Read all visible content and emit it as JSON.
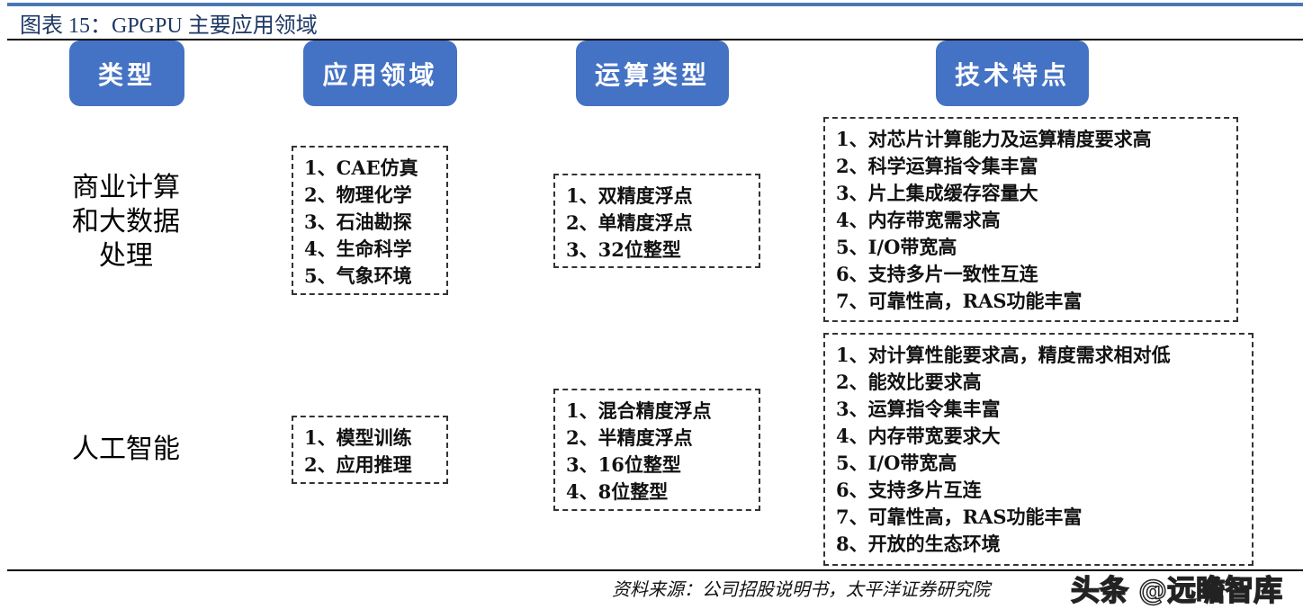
{
  "title": "图表 15：GPGPU 主要应用领域",
  "headers": [
    "类型",
    "应用领域",
    "运算类型",
    "技术特点"
  ],
  "rows": [
    {
      "type": "商业计算和大数据处理",
      "type_lines": [
        "商业计算",
        "和大数据",
        "处理"
      ],
      "applications": [
        "1、CAE仿真",
        "2、物理化学",
        "3、石油勘探",
        "4、生命科学",
        "5、气象环境"
      ],
      "operations": [
        "1、双精度浮点",
        "2、单精度浮点",
        "3、32位整型"
      ],
      "features": [
        "1、对芯片计算能力及运算精度要求高",
        "2、科学运算指令集丰富",
        "3、片上集成缓存容量大",
        "4、内存带宽需求高",
        "5、I/O带宽高",
        "6、支持多片一致性互连",
        "7、可靠性高，RAS功能丰富"
      ]
    },
    {
      "type": "人工智能",
      "type_lines": [
        "人工智能"
      ],
      "applications": [
        "1、模型训练",
        "2、应用推理"
      ],
      "operations": [
        "1、混合精度浮点",
        "2、半精度浮点",
        "3、16位整型",
        "4、8位整型"
      ],
      "features": [
        "1、对计算性能要求高，精度需求相对低",
        "2、能效比要求高",
        "3、运算指令集丰富",
        "4、内存带宽要求大",
        "5、I/O带宽高",
        "6、支持多片互连",
        "7、可靠性高，RAS功能丰富",
        "8、开放的生态环境"
      ]
    }
  ],
  "source": "资料来源：公司招股说明书，太平洋证券研究院",
  "watermark": "头条 @远瞻智库"
}
